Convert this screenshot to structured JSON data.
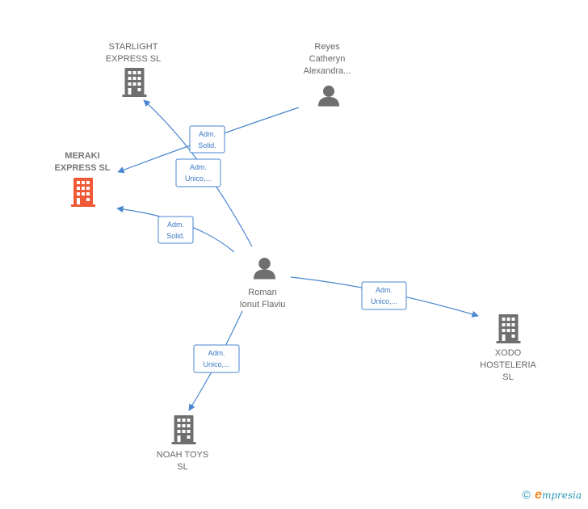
{
  "nodes": [
    {
      "id": "starlight",
      "type": "company",
      "lines": [
        "STARLIGHT",
        "EXPRESS  SL"
      ],
      "main": false
    },
    {
      "id": "reyes",
      "type": "person",
      "lines": [
        "Reyes",
        "Catheryn",
        "Alexandra..."
      ],
      "main": false
    },
    {
      "id": "meraki",
      "type": "company",
      "lines": [
        "MERAKI",
        "EXPRESS  SL"
      ],
      "main": true
    },
    {
      "id": "roman",
      "type": "person",
      "lines": [
        "Roman",
        "Ionut Flaviu"
      ],
      "main": false
    },
    {
      "id": "xodo",
      "type": "company",
      "lines": [
        "XODO",
        "HOSTELERIA",
        "SL"
      ],
      "main": false
    },
    {
      "id": "noah",
      "type": "company",
      "lines": [
        "NOAH TOYS",
        "SL"
      ],
      "main": false
    }
  ],
  "edges": [
    {
      "id": "reyes-meraki",
      "lines": [
        "Adm.",
        "Solid."
      ]
    },
    {
      "id": "roman-starlight",
      "lines": [
        "Adm.",
        "Unico,..."
      ]
    },
    {
      "id": "roman-meraki",
      "lines": [
        "Adm.",
        "Solid."
      ]
    },
    {
      "id": "roman-xodo",
      "lines": [
        "Adm.",
        "Unico,..."
      ]
    },
    {
      "id": "roman-noah",
      "lines": [
        "Adm.",
        "Unico,..."
      ]
    }
  ],
  "footer": {
    "copyright": "©",
    "brand_initial": "e",
    "brand_rest": "mpresia"
  },
  "colors": {
    "edge": "#4a86cf",
    "main_company": "#f05a36",
    "icon": "#6f6f6f"
  }
}
